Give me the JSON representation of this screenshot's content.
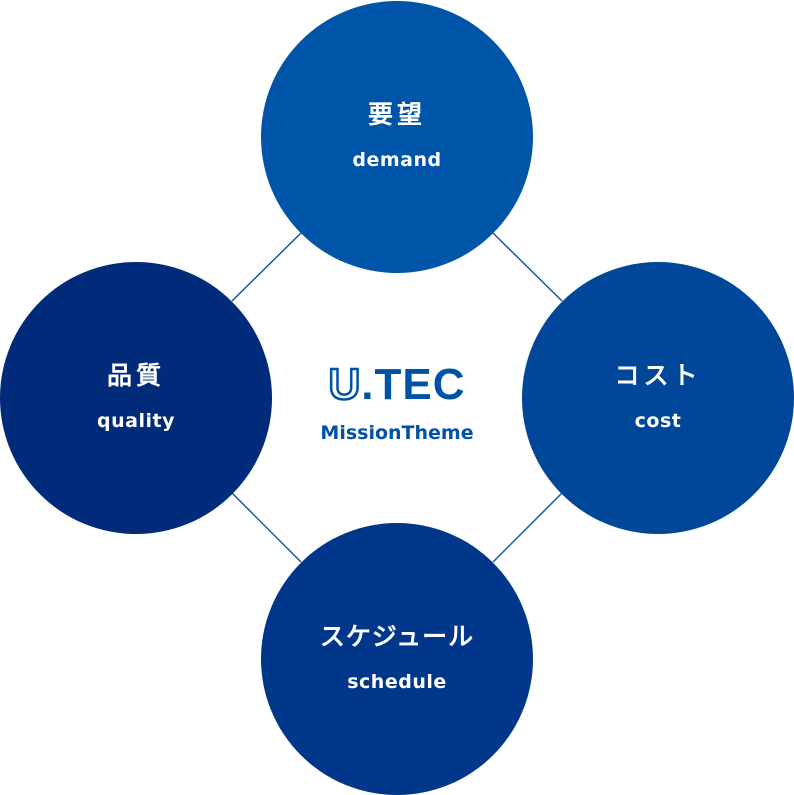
{
  "colors": {
    "top": "#0055a8",
    "right": "#00479a",
    "bottom": "#00378b",
    "left": "#002a7a",
    "line": "#1a56a6",
    "logo": "#0052a6"
  },
  "logo": {
    "u": "U",
    "rest": ".TEC",
    "subtitle": "MissionTheme"
  },
  "nodes": {
    "top": {
      "jp": "要望",
      "en": "demand"
    },
    "right": {
      "jp": "コスト",
      "en": "cost"
    },
    "bottom": {
      "jp": "スケジュール",
      "en": "schedule"
    },
    "left": {
      "jp": "品質",
      "en": "quality"
    }
  }
}
